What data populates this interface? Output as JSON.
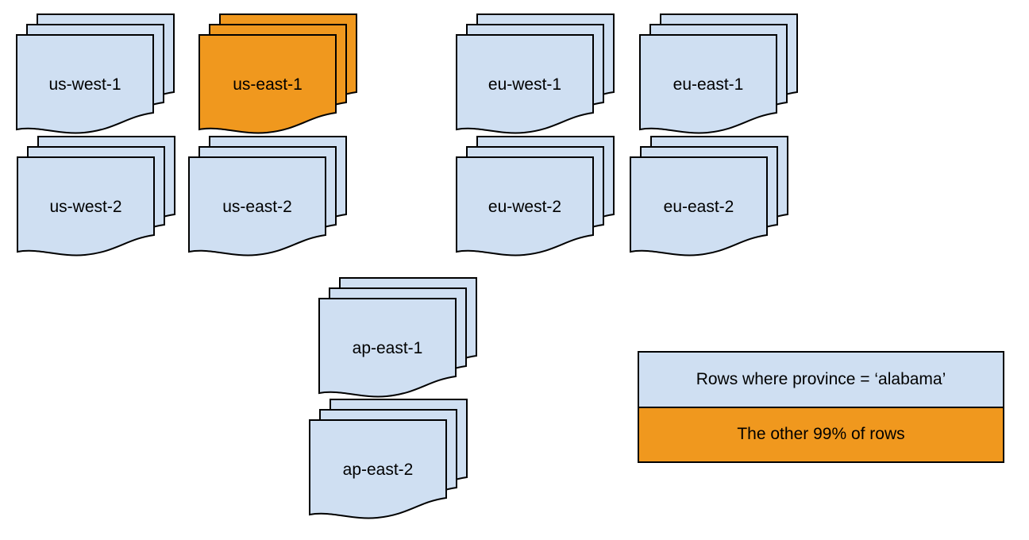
{
  "colors": {
    "background": "#ffffff",
    "doc_fill": "#cfdff2",
    "highlight_fill": "#f0981e",
    "stroke": "#000000",
    "text": "#000000"
  },
  "stacks": [
    {
      "label": "us-west-1",
      "highlighted": false
    },
    {
      "label": "us-east-1",
      "highlighted": true
    },
    {
      "label": "eu-west-1",
      "highlighted": false
    },
    {
      "label": "eu-east-1",
      "highlighted": false
    },
    {
      "label": "us-west-2",
      "highlighted": false
    },
    {
      "label": "us-east-2",
      "highlighted": false
    },
    {
      "label": "eu-west-2",
      "highlighted": false
    },
    {
      "label": "eu-east-2",
      "highlighted": false
    },
    {
      "label": "ap-east-1",
      "highlighted": false
    },
    {
      "label": "ap-east-2",
      "highlighted": false
    }
  ],
  "legend": {
    "items": [
      {
        "label": "Rows where province = ‘alabama’",
        "swatch": "doc_fill"
      },
      {
        "label": "The other 99% of rows",
        "swatch": "highlight_fill"
      }
    ]
  }
}
